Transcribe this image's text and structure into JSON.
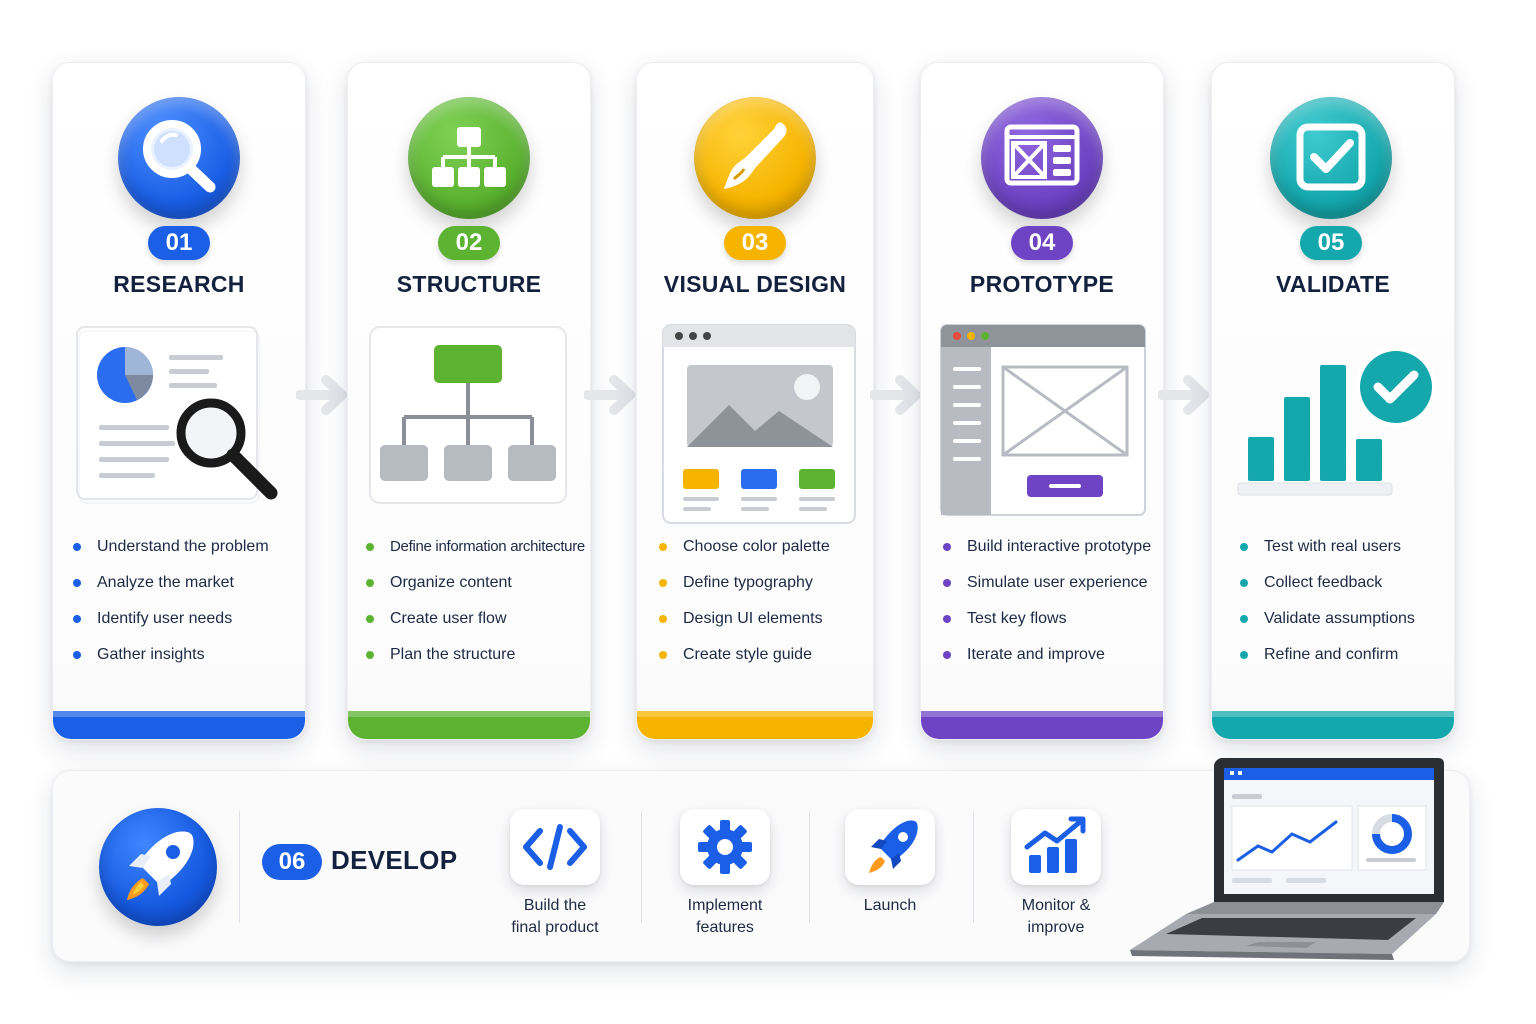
{
  "steps": [
    {
      "number": "01",
      "title": "RESEARCH",
      "color": "#1a5fe6",
      "icon": "magnifier-icon",
      "bullets": [
        "Understand the problem",
        "Analyze the market",
        "Identify user needs",
        "Gather insights"
      ]
    },
    {
      "number": "02",
      "title": "STRUCTURE",
      "color": "#5bb331",
      "icon": "sitemap-icon",
      "bullets": [
        "Define information architecture",
        "Organize content",
        "Create user flow",
        "Plan the structure"
      ]
    },
    {
      "number": "03",
      "title": "VISUAL DESIGN",
      "color": "#f6b400",
      "icon": "paintbrush-icon",
      "bullets": [
        "Choose color palette",
        "Define typography",
        "Design UI elements",
        "Create style guide"
      ]
    },
    {
      "number": "04",
      "title": "PROTOTYPE",
      "color": "#6e43c4",
      "icon": "wireframe-icon",
      "bullets": [
        "Build interactive prototype",
        "Simulate user experience",
        "Test key flows",
        "Iterate and improve"
      ]
    },
    {
      "number": "05",
      "title": "VALIDATE",
      "color": "#14a8ad",
      "icon": "checkbox-icon",
      "bullets": [
        "Test with real users",
        "Collect feedback",
        "Validate assumptions",
        "Refine and confirm"
      ]
    }
  ],
  "develop": {
    "number": "06",
    "title": "DEVELOP",
    "color": "#1a5fe6",
    "icon": "rocket-icon",
    "tasks": [
      {
        "icon": "code-icon",
        "line1": "Build the",
        "line2": "final product"
      },
      {
        "icon": "gear-icon",
        "line1": "Implement",
        "line2": "features"
      },
      {
        "icon": "rocket-icon",
        "line1": "Launch",
        "line2": ""
      },
      {
        "icon": "growth-chart-icon",
        "line1": "Monitor &",
        "line2": "improve"
      }
    ]
  }
}
